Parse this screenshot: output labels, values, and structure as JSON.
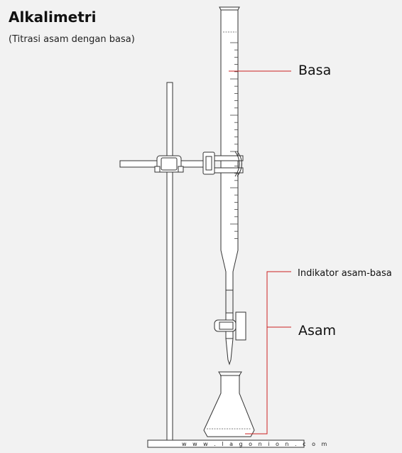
{
  "diagram": {
    "title": "Alkalimetri",
    "subtitle": "(Titrasi asam dengan basa)",
    "labels": {
      "basa": "Basa",
      "indikator": "Indikator asam-basa",
      "asam": "Asam"
    },
    "watermark": "w w w . l a g o n i o n . c o m",
    "colors": {
      "background": "#f2f2f2",
      "apparatus_fill": "#ffffff",
      "outline": "#333333",
      "label_line": "#cc2222"
    }
  }
}
